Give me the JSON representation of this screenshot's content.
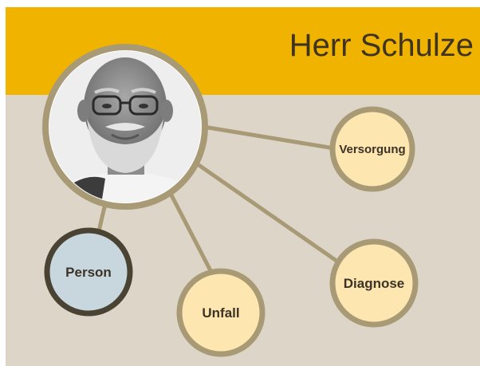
{
  "header": {
    "title": "Herr Schulze"
  },
  "center": {
    "image_subject": "portrait-photo"
  },
  "nodes": [
    {
      "key": "versorgung",
      "label": "Versorgung"
    },
    {
      "key": "diagnose",
      "label": "Diagnose"
    },
    {
      "key": "unfall",
      "label": "Unfall"
    },
    {
      "key": "person",
      "label": "Person"
    }
  ],
  "colors": {
    "banner": "#f0b400",
    "background": "#dcd5c8",
    "node_fill": "#fde6b0",
    "node_border": "#a89a75",
    "person_fill": "#c8d7de",
    "person_border": "#4a4233",
    "connector": "#a89a75"
  }
}
